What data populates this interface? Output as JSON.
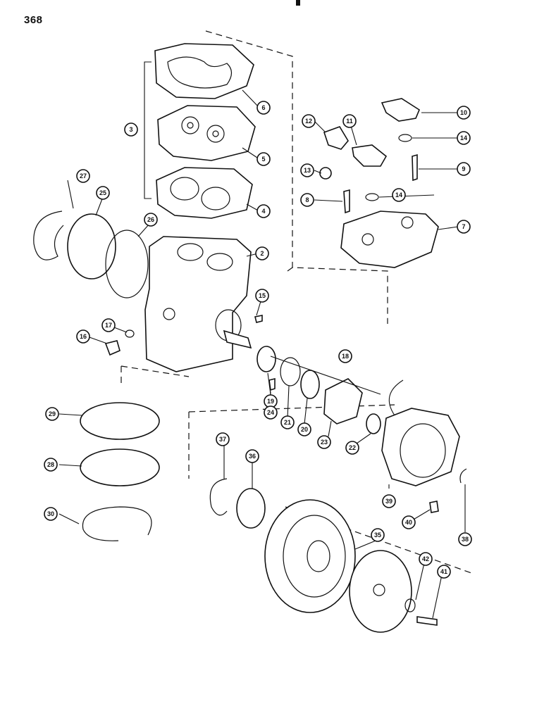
{
  "page": {
    "number": "368"
  },
  "callouts": {
    "c2": "2",
    "c3": "3",
    "c4": "4",
    "c5": "5",
    "c6": "6",
    "c7": "7",
    "c8": "8",
    "c9": "9",
    "c10": "10",
    "c11": "11",
    "c12": "12",
    "c13": "13",
    "c14a": "14",
    "c14b": "14",
    "c15": "15",
    "c16": "16",
    "c17": "17",
    "c18": "18",
    "c19": "19",
    "c20": "20",
    "c21": "21",
    "c22": "22",
    "c23": "23",
    "c24": "24",
    "c25": "25",
    "c26": "26",
    "c27": "27",
    "c28": "28",
    "c29": "29",
    "c30": "30",
    "c35": "35",
    "c36": "36",
    "c37": "37",
    "c38": "38",
    "c39": "39",
    "c40": "40",
    "c41": "41",
    "c42": "42"
  }
}
